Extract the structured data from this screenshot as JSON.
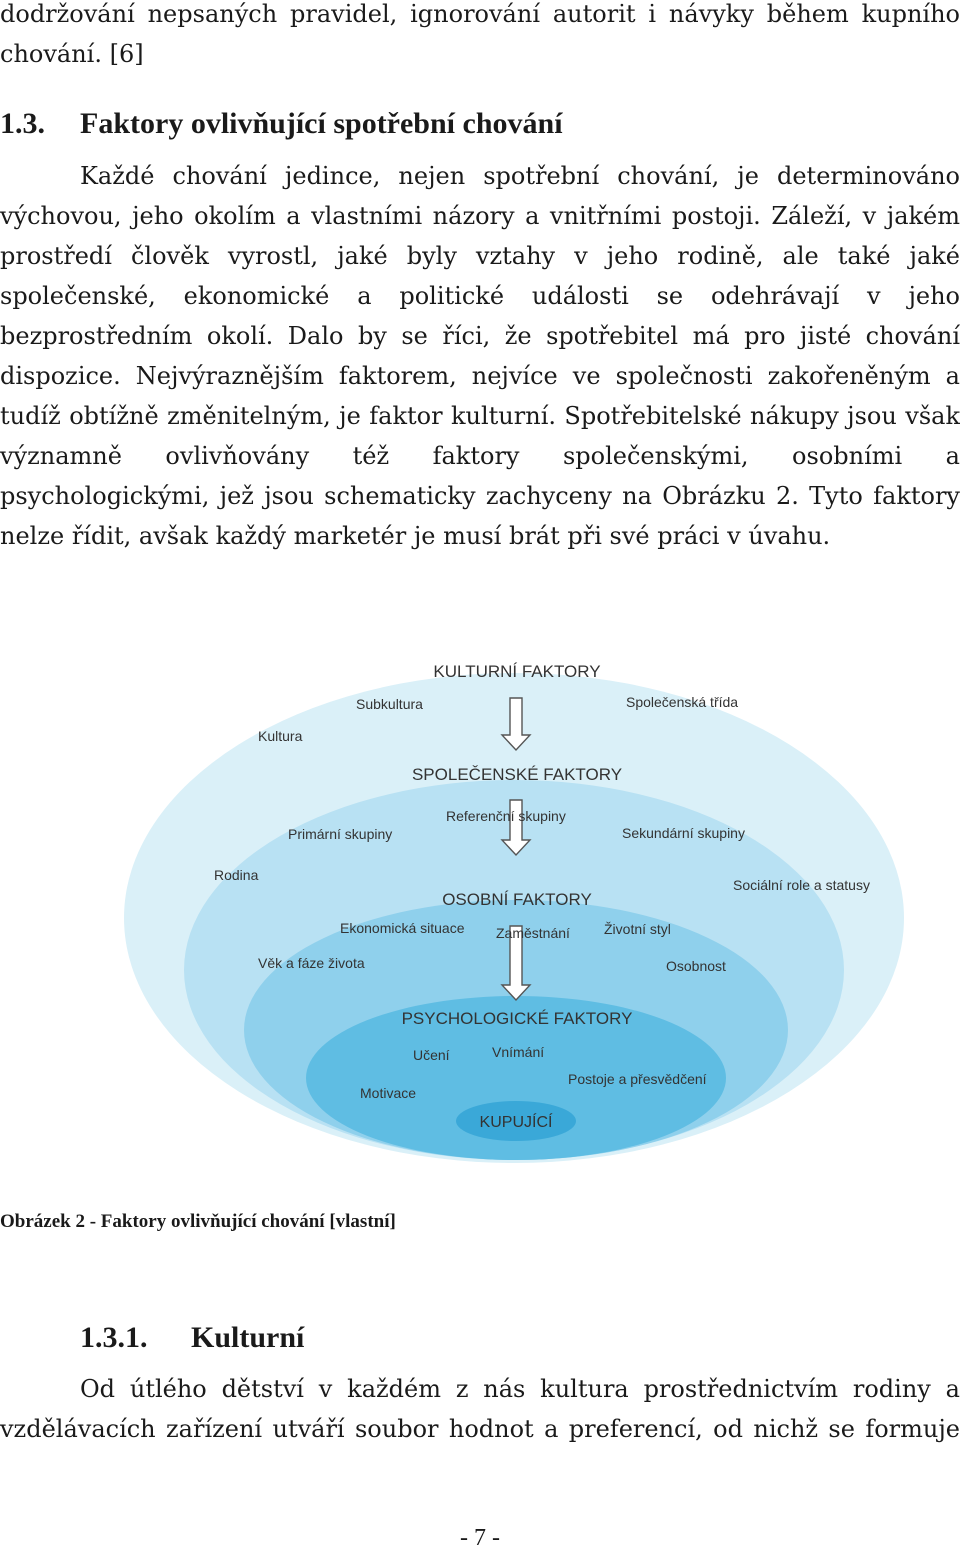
{
  "intro_lines": [
    "dodržování nepsaných pravidel, ignorování autorit i návyky během kupního",
    "chování. [6]"
  ],
  "section_heading": {
    "number": "1.3.",
    "title": "Faktory ovlivňující spotřební chování"
  },
  "paragraph_lines": [
    "Každé chování jedince, nejen spotřební chování, je determinováno",
    "výchovou, jeho okolím a vlastními názory a vnitřními postoji. Záleží, v jakém",
    "prostředí člověk vyrostl, jaké byly vztahy v jeho rodině, ale také jaké",
    "společenské, ekonomické a politické události se odehrávají v jeho",
    "bezprostředním okolí. Dalo by se říci, že spotřebitel má pro jisté chování",
    "dispozice. Nejvýraznějším faktorem, nejvíce ve společnosti zakořeněným a",
    "tudíž obtížně změnitelným, je faktor kulturní. Spotřebitelské nákupy jsou však",
    "významně ovlivňovány též faktory společenskými, osobními a",
    "psychologickými, jež jsou schematicky zachyceny na Obrázku 2. Tyto faktory",
    "nelze řídit, avšak každý marketér je musí brát při své práci v úvahu."
  ],
  "diagram": {
    "layers": [
      {
        "title": "KULTURNÍ FAKTORY",
        "color": "#daf0f8",
        "items": [
          "Subkultura",
          "Společenská třída",
          "Kultura"
        ]
      },
      {
        "title": "SPOLEČENSKÉ FAKTORY",
        "color": "#b8e1f3",
        "items": [
          "Referenční skupiny",
          "Primární skupiny",
          "Sekundární skupiny",
          "Rodina",
          "Sociální role a statusy"
        ]
      },
      {
        "title": "OSOBNÍ FAKTORY",
        "color": "#8fd0ec",
        "items": [
          "Ekonomická situace",
          "Zaměstnání",
          "Životní styl",
          "Věk a fáze života",
          "Osobnost"
        ]
      },
      {
        "title": "PSYCHOLOGICKÉ FAKTORY",
        "color": "#5fbde3",
        "items": [
          "Učení",
          "Vnímání",
          "Postoje a přesvědčení",
          "Motivace"
        ]
      }
    ],
    "center": {
      "label": "KUPUJÍCÍ",
      "color": "#3aa8d8"
    }
  },
  "caption": "Obrázek 2 - Faktory ovlivňující chování [vlastní]",
  "subsection_heading": {
    "number": "1.3.1.",
    "title": "Kulturní"
  },
  "sub_paragraph_lines": [
    "Od útlého dětství v každém z nás kultura prostřednictvím rodiny a",
    "vzdělávacích zařízení utváří soubor hodnot a preferencí, od nichž se formuje"
  ],
  "page_number": "- 7 -"
}
